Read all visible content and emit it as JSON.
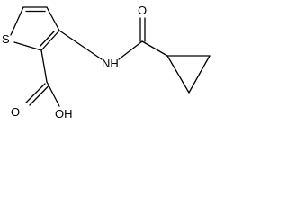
{
  "molecule": {
    "atoms": {
      "sulfur": "S",
      "carbonyl_oxygen": "O",
      "amide_nitrogen": "NH",
      "acid_carbonyl_oxygen": "O",
      "acid_hydroxyl": "OH"
    },
    "colors": {
      "bond": "#000000",
      "label": "#000000",
      "background": "#ffffff"
    }
  }
}
